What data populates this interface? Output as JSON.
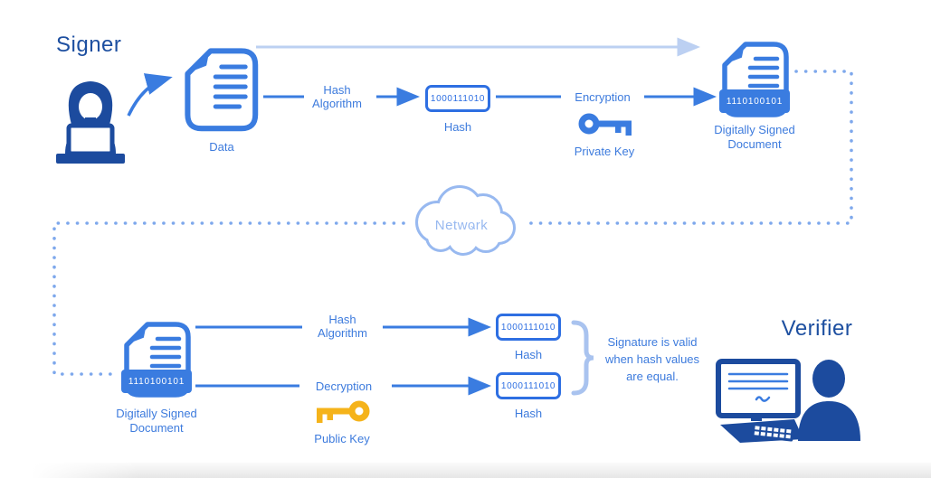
{
  "colors": {
    "primary_blue": "#3a7ce0",
    "dark_navy": "#1c4b9e",
    "label_blue": "#3d7bdd",
    "light_blue_arrow": "#bcd0f2",
    "dotted_blue": "#7ea8ec",
    "cloud_blue": "#98b9f0",
    "public_key_gold": "#f5b31a"
  },
  "signer": {
    "title": "Signer",
    "data_doc_label": "Data",
    "hash_algorithm_label": "Hash Algorithm",
    "hash_value": "1000111010",
    "hash_label": "Hash",
    "encryption_label": "Encryption",
    "private_key_label": "Private Key",
    "signed_doc_value": "1110100101",
    "signed_doc_label": "Digitally Signed Document"
  },
  "network": {
    "label": "Network"
  },
  "verifier": {
    "title": "Verifier",
    "signed_doc_value": "1110100101",
    "signed_doc_label": "Digitally Signed Document",
    "hash_algorithm_label": "Hash Algorithm",
    "decryption_label": "Decryption",
    "public_key_label": "Public Key",
    "hash_top_value": "1000111010",
    "hash_top_label": "Hash",
    "hash_bottom_value": "1000111010",
    "hash_bottom_label": "Hash",
    "note_lines": [
      "Signature is valid",
      "when hash values",
      "are equal."
    ]
  }
}
